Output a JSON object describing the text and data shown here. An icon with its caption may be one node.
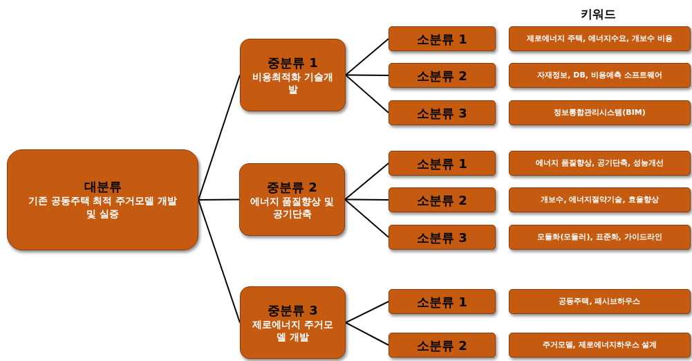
{
  "diagram": {
    "nodes": [
      {
        "text": [
          "대분류",
          "기존 공동주택 최적 주거모델 개발 및 실증"
        ]
      },
      {
        "text": [
          "중분류 1",
          "비용최적화 기술개발"
        ]
      },
      {
        "text": [
          "중분류 2",
          "에너지 품질향상 및 공기단축"
        ]
      },
      {
        "text": [
          "중분류 3",
          "제로에너지 주거모델 개발"
        ]
      },
      {
        "text": [
          "소분류 1"
        ]
      },
      {
        "text": [
          "소분류 2"
        ]
      },
      {
        "text": [
          "소분류 3"
        ]
      },
      {
        "text": [
          "소분류 1"
        ]
      },
      {
        "text": [
          "소분류 2"
        ]
      },
      {
        "text": [
          "소분류 3"
        ]
      },
      {
        "text": [
          "소분류 1"
        ]
      },
      {
        "text": [
          "소분류 2"
        ]
      },
      {
        "text": [
          "제로에너지 주택, 에너지수요, 개보수 비용"
        ]
      },
      {
        "text": [
          "자재정보, DB, 비용예측 소프트웨어"
        ]
      },
      {
        "text": [
          "정보통합관리시스템(BIM)"
        ]
      },
      {
        "text": [
          "에너지 품질향상, 공기단축, 성능개선"
        ]
      },
      {
        "text": [
          "개보수, 에너지절약기술, 효율향상"
        ]
      },
      {
        "text": [
          "모듈화(모듈러), 표준화, 가이드라인"
        ]
      },
      {
        "text": [
          "공동주택, 패시브하우스"
        ]
      },
      {
        "text": [
          "주거모델, 제로에너지하우스 설계"
        ]
      }
    ],
    "edges": [
      {
        "from": 0,
        "to": 1,
        "arrow": "none"
      },
      {
        "from": 0,
        "to": 2,
        "arrow": "none"
      },
      {
        "from": 0,
        "to": 3,
        "arrow": "none"
      },
      {
        "from": 1,
        "to": 4,
        "arrow": "none"
      },
      {
        "from": 1,
        "to": 5,
        "arrow": "none"
      },
      {
        "from": 1,
        "to": 6,
        "arrow": "none"
      },
      {
        "from": 2,
        "to": 7,
        "arrow": "none"
      },
      {
        "from": 2,
        "to": 8,
        "arrow": "none"
      },
      {
        "from": 2,
        "to": 9,
        "arrow": "none"
      },
      {
        "from": 3,
        "to": 10,
        "arrow": "none"
      },
      {
        "from": 3,
        "to": 11,
        "arrow": "none"
      }
    ],
    "labels": [
      "키워드"
    ]
  }
}
